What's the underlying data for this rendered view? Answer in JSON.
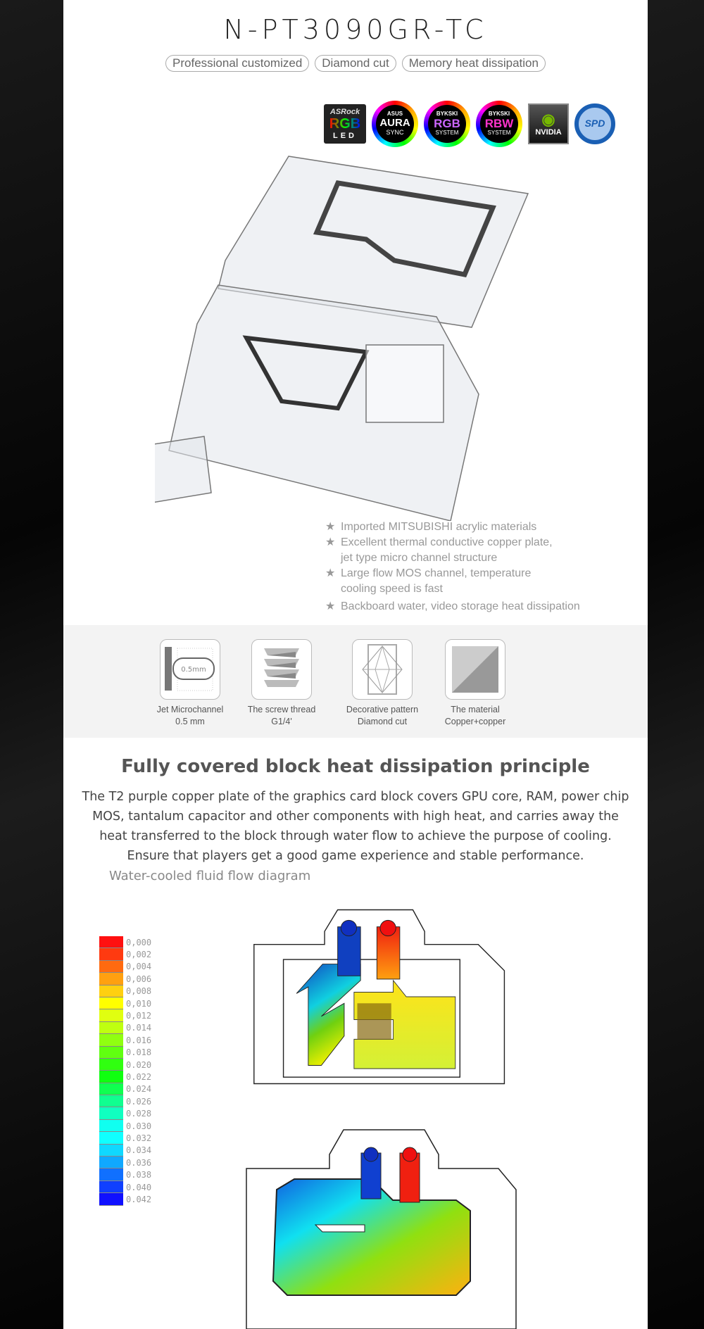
{
  "title": "N-PT3090GR-TC",
  "pills": [
    "Professional customized",
    "Diamond cut",
    "Memory heat dissipation"
  ],
  "logos": {
    "asrock": {
      "brand": "ASRock",
      "line1": "RGB",
      "line2": "LED"
    },
    "asus": {
      "brand": "ASUS",
      "line1": "AURA",
      "line2": "SYNC"
    },
    "bykski_rgb": {
      "brand": "BYKSKI",
      "line1": "RGB",
      "line2": "SYSTEM"
    },
    "bykski_rbw": {
      "brand": "BYKSKI",
      "line1": "RBW",
      "line2": "SYSTEM"
    },
    "nvidia": {
      "line1": "NVIDIA"
    },
    "spd": {
      "line1": "SPD"
    }
  },
  "features": [
    {
      "star": "★",
      "text": "Imported MITSUBISHI acrylic materials"
    },
    {
      "star": "★",
      "text": "Excellent thermal conductive copper plate, jet type micro channel structure"
    },
    {
      "star": "★",
      "text": "Large flow MOS channel, temperature cooling speed is fast"
    },
    {
      "star": "★",
      "text": "Backboard water, video storage heat dissipation"
    }
  ],
  "specs": [
    {
      "line1": "Jet Microchannel",
      "line2": "0.5 mm",
      "icon_text": "0.5mm"
    },
    {
      "line1": "The screw thread",
      "line2": "G1/4'"
    },
    {
      "line1": "Decorative pattern",
      "line2": "Diamond cut"
    },
    {
      "line1": "The material",
      "line2": "Copper+copper"
    }
  ],
  "heading": "Fully covered block heat dissipation principle",
  "paragraph": "The T2 purple copper plate of the graphics card block covers GPU core, RAM, power chip MOS, tantalum capacitor and other components with high heat, and carries away the heat transferred to the block through water flow to achieve the purpose of cooling. Ensure that players get a good game experience and stable performance.",
  "flow_label": "Water-cooled fluid flow diagram",
  "legend": {
    "values": [
      "0,000",
      "0,002",
      "0,004",
      "0,006",
      "0,008",
      "0,010",
      "0,012",
      "0.014",
      "0.016",
      "0.018",
      "0.020",
      "0.022",
      "0.024",
      "0.026",
      "0.028",
      "0.030",
      "0.032",
      "0.034",
      "0.036",
      "0.038",
      "0.040",
      "0.042"
    ],
    "colors": [
      "#ff1010",
      "#ff3a10",
      "#ff6a10",
      "#ffa010",
      "#ffd010",
      "#ffff00",
      "#e0ff10",
      "#bfff10",
      "#90ff10",
      "#60ff10",
      "#30ff10",
      "#10ff10",
      "#10ff50",
      "#10ff90",
      "#10ffc0",
      "#10fff0",
      "#10ffff",
      "#10d8ff",
      "#10a8ff",
      "#1070ff",
      "#1040ff",
      "#1010ff"
    ]
  }
}
